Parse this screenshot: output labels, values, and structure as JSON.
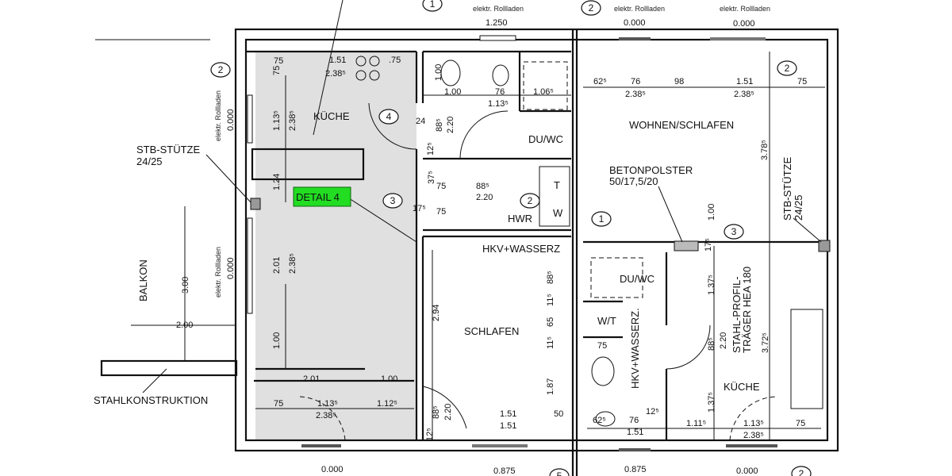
{
  "rooms": {
    "kueche_left": "KÜCHE",
    "du_wc_top": "DU/WC",
    "hwr": "HWR",
    "schlafen": "SCHLAFEN",
    "wohnen_schlafen": "WOHNEN/SCHLAFEN",
    "du_wc_right": "DU/WC",
    "wt": "W/T",
    "kueche_right": "KÜCHE",
    "balkon": "BALKON",
    "t": "T",
    "w": "W"
  },
  "annotations": {
    "stb_stuetze_left_1": "STB-STÜTZE",
    "stb_stuetze_left_2": "24/25",
    "stb_stuetze_right_1": "STB-STÜTZE",
    "stb_stuetze_right_2": "24/25",
    "betonpolster_1": "BETONPOLSTER",
    "betonpolster_2": "50/17,5/20",
    "hkv_wasserz_top": "HKV+WASSERZ",
    "hkv_wasserz_right": "HKV+WASSERZ.",
    "stahlprofil_1": "STAHL-PROFIL-",
    "stahlprofil_2": "TRÄGER HEA 180",
    "stahlkonstruktion": "STAHLKONSTRUKTION",
    "detail": "DETAIL 4",
    "rolladen_top1": "elektr. Rollladen",
    "rolladen_top2": "elektr. Rollladen",
    "rolladen_top3": "elektr. Rollladen",
    "rolladen_left1": "elektr. Rollladen",
    "rolladen_left2": "elektr. Rollladen"
  },
  "levels": {
    "top1": "1.250",
    "top2": "0.000",
    "top3": "0.000",
    "left1": "0.000",
    "left2": "0.000",
    "bottom1": "0.000",
    "bottom2": "0.875",
    "bottom3": "0.875",
    "bottom4": "0.000"
  },
  "tags": [
    "1",
    "2",
    "2",
    "2",
    "4",
    "3",
    "2",
    "1",
    "3",
    "2",
    "5"
  ],
  "dims": {
    "k1": "75",
    "k2": "1.51",
    "k3": ".75",
    "k4": "2.38⁵",
    "k5": "75",
    "k6": "1.13⁵",
    "k7": "2.38⁵",
    "k8": "1.24",
    "k9": "2.01",
    "k10": "2.38⁵",
    "k11": "1.00",
    "k12": "2.01",
    "k13": "1.00",
    "k14": "75",
    "k15": "1.13⁵",
    "k16": "1.12⁵",
    "k17": "2.38⁵",
    "b1": "1.00",
    "b2": "1.00",
    "b3": "76",
    "b4": "1.06⁵",
    "b5": "1.13⁵",
    "b6": "24",
    "b7": "88⁵",
    "b8": "2.20",
    "b9": "12⁵",
    "b10": "37⁵",
    "b11": "75",
    "b12": "88⁵",
    "b13": "2.20",
    "b14": "17⁵",
    "b15": "75",
    "s1": "2.94",
    "s2": "88⁵",
    "s3": "11⁵",
    "s4": "65",
    "s5": "11⁵",
    "s6": "1.87",
    "s7": "1.51",
    "s8": "50",
    "s9": "1.51",
    "s10": "88⁵",
    "s11": "2.20",
    "s12": "12⁵",
    "bal1": "3.00",
    "bal2": "2.00",
    "w1": "62⁵",
    "w2": "76",
    "w3": "98",
    "w4": "1.51",
    "w5": "75",
    "w6": "2.38⁵",
    "w7": "2.38⁵",
    "w8": "3.78⁵",
    "w9": "1.00",
    "w10": "17⁵",
    "r1": "1.37⁵",
    "r2": "88⁵",
    "r3": "2.20",
    "r4": "3.72⁵",
    "r5": "1.37⁵",
    "r6": "75",
    "r7": "12⁵",
    "r8": "62⁵",
    "r9": "76",
    "r10": "1.51",
    "r11": "1.11⁵",
    "r12": "1.13⁵",
    "r13": "75",
    "r14": "2.38⁵"
  },
  "colors": {
    "detail_fill": "#22dd22",
    "kitchen_shade": "#e0e0e0",
    "wall": "#111111"
  }
}
